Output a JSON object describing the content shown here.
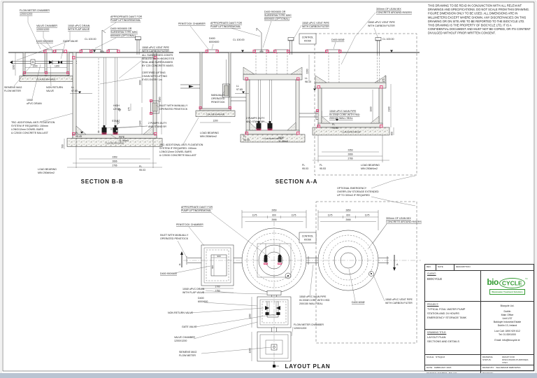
{
  "colors": {
    "logo_green": "#349b33",
    "seal_red": "#e0457b"
  },
  "notes": [
    "THIS DRAWING TO BE READ IN CONJUNCTION WITH ALL RELEVANT",
    "DRAWINGS AND SPECIFICATIONS. DO NOT SCALE FROM THIS DRAWING.",
    "FIGURE DIMENSION ONLY TO BE USED. ALL DIMENSIONS ARE IN",
    "MILLIMETERS EXCEPT WHERE SHOWN. ANY DISCREPANCIES ON THIS",
    "DRAWING OR ON SITE ARE TO BE REPORTED TO THE BIOCYCLE LTD.",
    "THIS DRAWING IS THE PROPERTY OF BIOCYCLE LTD, IT IS A",
    "CONFIDENTIAL DOCUMENT AND MUST NOT BE COPIED, OR ITS CONTENT",
    "DIVULGED WITHOUT PRIOR WRITTEN CONSENT."
  ],
  "titles": {
    "bb": "SECTION B-B",
    "aa": "SECTION A-A",
    "plan": "LAYOUT PLAN"
  },
  "labels": {
    "common": {
      "davit": [
        "APPROPRIATE DAVIT FOR",
        "PUMP LIFTING/REMOVAL"
      ],
      "d400_900": [
        "D400 900X600 OR",
        "SURESPAN TYPE MHC",
        "600X600 (OPTIONAL)"
      ],
      "vent": [
        "150Ø uPVC VENT PIPE",
        "WITH CARBON FILTER"
      ],
      "clause": "CLAUSE 804 BASE",
      "load": [
        "LOAD BEARING",
        "MIN 250kN/m2"
      ],
      "pumps": [
        "2 PUMPS DUTY",
        "AND STAND BY"
      ],
      "pipe_vol": [
        "PIPE",
        "11.36m3"
      ],
      "tbc": [
        "TBC: ADDITIONAL ANTI-FLOATATION",
        "SYSTEM IF REQUIRED: 150mm",
        "LONG/12mm DOWEL BARS",
        "& C25/30 CONCRETE BALLAST"
      ],
      "main_pipe": [
        "150Ø uPVC MAIN PIPE",
        "IN 200Ø CORE WITH HSD",
        "200/150 WALL SEAL"
      ],
      "lean": [
        "300mm OF LEAN MIX",
        "CONCRETE AROUND RISERS"
      ],
      "kiosk": [
        "CONTROL",
        "KIOSK"
      ],
      "drain_flap": [
        "100Ø uPVC DRAIN",
        "WITH FLAP VALVE"
      ],
      "cl100": "CL 100.00",
      "inlet": [
        "INLET WITH MANUALLY",
        "OPERATED PENSTOCK"
      ],
      "marker_a": "A"
    },
    "bb": {
      "fmc": [
        "FLOW METER CHAMBER",
        "1200X1200"
      ],
      "vc": [
        "VALVE CHAMBER",
        "1200X1200"
      ],
      "d400_600": "D400 600X600",
      "gate": "GATE VALVE",
      "joints": [
        "ALL SUBMERGED JOINTS",
        "SEALED WITH HYDROTITE",
        "SEAL AND SURROUNDED",
        "BY C25 CONCRETE MASS."
      ],
      "chain": [
        "CERTIFIED LIFTING",
        "CHAIN WITH LIFTING",
        "EYES EVERY 1m"
      ],
      "siemens": [
        "SIEMENS MAG",
        "FLOW METER"
      ],
      "nrv": [
        "NON RETURN",
        "VALVE"
      ],
      "drain100": [
        "100Ø",
        "uPVC DRAIN"
      ],
      "high": [
        "HIGH",
        "LEVEL"
      ],
      "start": "START",
      "stop": "STOP"
    },
    "aa": {
      "penstock_chamber": "PENSTOCK CHAMBER",
      "d400_600": [
        "D400",
        "600X600"
      ],
      "d400_600d": "D400 600Ø",
      "manually": [
        "MANUALLY",
        "OPERATED",
        "PENSTOCK"
      ]
    },
    "plan": {
      "d400_900s": "D400 900X600",
      "nrv": "NON RETURN VALVE",
      "gate": "GATE VALVE",
      "optional": [
        "OPTIONAL EMERGENCY",
        "OVERFLOW STORAGE EXTENDED",
        "UP TO 300m3 IF REQUIRED"
      ]
    }
  },
  "levels": {
    "ll9765": [
      "LL",
      "97.65"
    ],
    "ll9810": [
      "LL",
      "98.10"
    ],
    "fl9545": [
      "FL",
      "95.45"
    ],
    "fl9503": [
      "FL",
      "95.03"
    ],
    "fl9553": [
      "FL",
      "95.53"
    ],
    "fl9598": [
      "FL",
      "95.98"
    ]
  },
  "dims": {
    "d1175": "1175",
    "d600": "600",
    "d900": "900",
    "d1200": "1200",
    "d1700": "1700",
    "d1750": "1750",
    "d2000": "2000",
    "d2100": "2100",
    "d2140": "2140",
    "d2200": "2200",
    "d175": "175",
    "d300": "300",
    "d500": "500",
    "d1990": "1990",
    "d2353": "2353",
    "d2666": "2666",
    "d2766": "2766",
    "d2950": "2950",
    "d2850": "2850"
  },
  "title_block": {
    "rev": {
      "rev": "REV.",
      "date": "DATE",
      "description": "DESCRIPTION"
    },
    "client_label": "CLIENT:",
    "client": "BIOCYCLE",
    "logo_bio": "bio",
    "logo_cycle": "CYCLE",
    "logo_tm": "™",
    "logo_tagline": "Wastewater Treatment Solutions",
    "project_label": "PROJECT:",
    "project_lines": [
      "TYPICAL FOUL WATER PUMP",
      "STATION AND 24 HOURS",
      "EMERGENCY STORAGE TANK"
    ],
    "drawing_title_label": "DRAWING TITLE:",
    "drawing_title_lines": [
      "LAYOUT PLAN",
      "SECTIONS AND DETAILS"
    ],
    "company_name": "Biocycle Ltd.",
    "address_lines": [
      "Dublin",
      "Main Office",
      "Unit 1/37",
      "Baldoyle Industrial Estate",
      "Dublin 13, Ireland"
    ],
    "phone1": "Low Call: 1890 929 612",
    "phone2": "Tel: 01 8391000",
    "email": "Email: info@biocycle.ie",
    "scale_label": "SCALE:",
    "scale": "NTS@A3",
    "date_label": "DATE:",
    "date": "FEBRUARY 2016",
    "number_label": "DRAWING NUMBER:",
    "number": "B/T-C02",
    "status_label": "DRAWING STATUS:",
    "status_lines": [
      "DRAFT FOR",
      "DISCUSSION PURPOSES ONLY"
    ],
    "drawn_label": "DRAWN BY:",
    "drawn": "WALDEMAR DEBOWSKI",
    "revision_label": "REVISION:"
  }
}
